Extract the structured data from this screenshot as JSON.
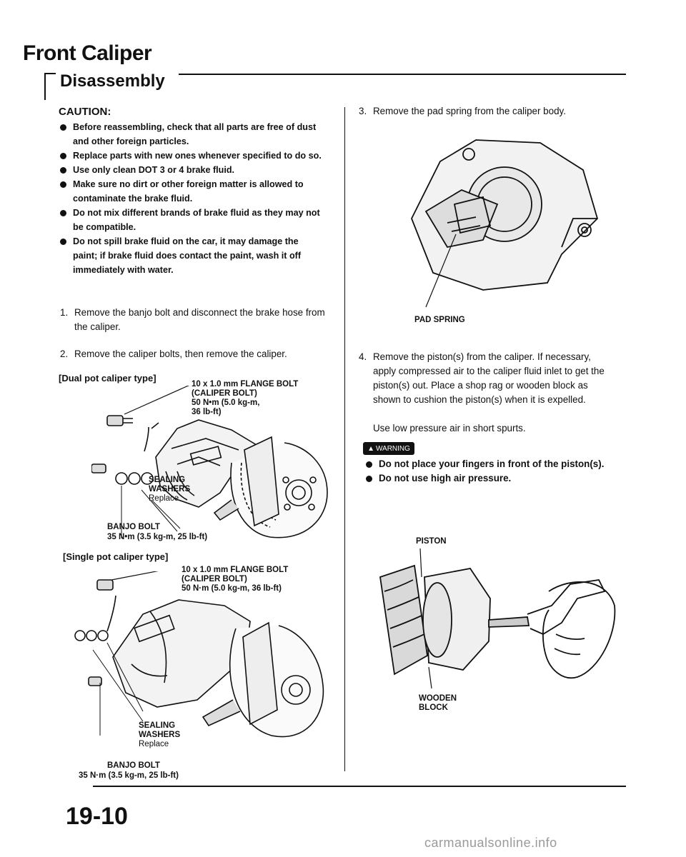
{
  "header": {
    "title": "Front Caliper",
    "subtitle": "Disassembly"
  },
  "caution": {
    "heading": "CAUTION:",
    "items": [
      "Before reassembling, check that all parts are free of dust and other foreign particles.",
      "Replace parts with new ones whenever specified to do so.",
      "Use only clean DOT 3 or 4 brake fluid.",
      "Make sure no dirt or other foreign matter is allowed to contaminate the brake fluid.",
      "Do not mix different brands of brake fluid as they may not be compatible.",
      "Do not spill brake fluid on the car, it may damage the paint; if brake fluid does contact the paint, wash it off immediately with water."
    ]
  },
  "steps": {
    "s1": {
      "num": "1.",
      "text": "Remove the banjo bolt and disconnect the brake hose from the caliper."
    },
    "s2": {
      "num": "2.",
      "text": "Remove the caliper bolts, then remove the caliper."
    },
    "s3": {
      "num": "3.",
      "text": "Remove the pad spring from the caliper body."
    },
    "s4": {
      "num": "4.",
      "text": "Remove the piston(s) from the caliper. If necessary, apply compressed air to the caliper fluid inlet to get the piston(s) out. Place a shop rag or wooden block as shown to cushion the piston(s) when it is expelled."
    },
    "s4_note": "Use low pressure air in short spurts."
  },
  "dual": {
    "heading": "[Dual pot caliper type]",
    "flange_bolt": "10 x 1.0 mm FLANGE BOLT\n(CALIPER BOLT)\n50 N•m (5.0 kg-m,\n36 lb-ft)",
    "washers": "SEALING\nWASHERS",
    "replace": "Replace",
    "banjo": "BANJO BOLT",
    "banjo_torque": "35 N•m (3.5 kg-m, 25 lb-ft)"
  },
  "single": {
    "heading": "[Single pot caliper type]",
    "flange_bolt": "10 x 1.0 mm FLANGE BOLT\n(CALIPER BOLT)\n50 N·m (5.0 kg-m, 36 lb-ft)",
    "washers": "SEALING\nWASHERS",
    "replace": "Replace",
    "banjo": "BANJO BOLT",
    "banjo_torque": "35 N·m (3.5 kg-m, 25 lb-ft)"
  },
  "labels": {
    "pad_spring": "PAD SPRING",
    "piston": "PISTON",
    "wooden_block": "WOODEN\nBLOCK"
  },
  "warning": {
    "badge": "WARNING",
    "items": [
      "Do not place your fingers in front of the piston(s).",
      "Do not use high air pressure."
    ]
  },
  "footer": {
    "page_number": "19-10",
    "watermark": "carmanualsonline.info"
  }
}
